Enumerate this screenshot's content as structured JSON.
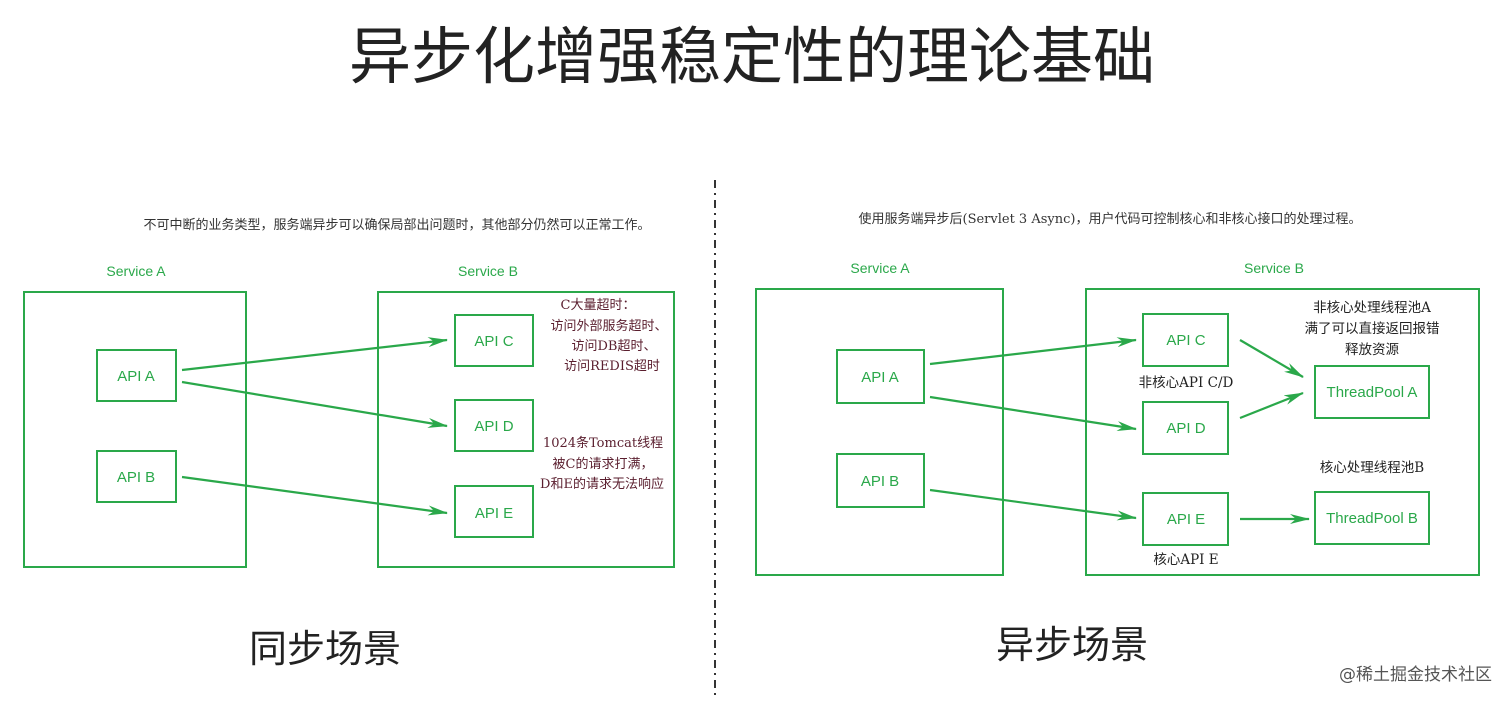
{
  "title": "异步化增强稳定性的理论基础",
  "left": {
    "caption": "不可中断的业务类型，服务端异步可以确保局部出问题时，其他部分仍然可以正常工作。",
    "service_a": "Service A",
    "service_b": "Service B",
    "api_a": "API A",
    "api_b": "API B",
    "api_c": "API C",
    "api_d": "API D",
    "api_e": "API E",
    "note1": [
      "C大量超时：",
      "访问外部服务超时、",
      "访问DB超时、",
      "访问REDIS超时"
    ],
    "note2": [
      "1024条Tomcat线程",
      "被C的请求打满，",
      "D和E的请求无法响应"
    ],
    "scene": "同步场景"
  },
  "right": {
    "caption": "使用服务端异步后(Servlet 3 Async)，用户代码可控制核心和非核心接口的处理过程。",
    "service_a": "Service A",
    "service_b": "Service B",
    "api_a": "API A",
    "api_b": "API B",
    "api_c": "API C",
    "api_d": "API D",
    "api_e": "API E",
    "pool_a": "ThreadPool A",
    "pool_b": "ThreadPool B",
    "note_pool_a": [
      "非核心处理线程池A",
      "满了可以直接返回报错",
      "释放资源"
    ],
    "note_pool_b": "核心处理线程池B",
    "label_cd": "非核心API C/D",
    "label_e": "核心API E",
    "scene": "异步场景"
  },
  "watermark": "@稀土掘金技术社区",
  "colors": {
    "accent": "#2aa84a",
    "note": "#5a1e2e"
  }
}
